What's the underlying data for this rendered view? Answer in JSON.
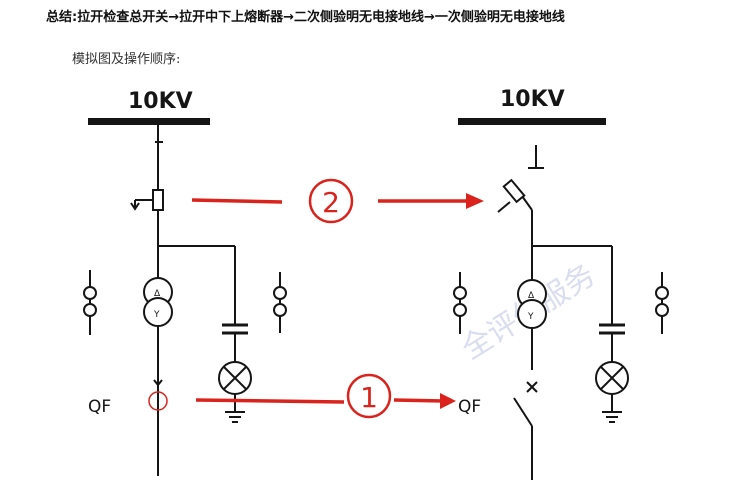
{
  "summary": "总结:拉开检查总开关→拉开中下上熔断器→二次侧验明无电接地线→一次侧验明无电接地线",
  "subtitle": "模拟图及操作顺序:",
  "left_bus_label": "10KV",
  "right_bus_label": "10KV",
  "left_breaker_label": "QF",
  "right_breaker_label": "QF",
  "step_one": "1",
  "step_two": "2",
  "watermark": "全评估服务",
  "colors": {
    "line": "#151515",
    "arrow": "#d9231c",
    "watermark": "#c9d0ea"
  }
}
